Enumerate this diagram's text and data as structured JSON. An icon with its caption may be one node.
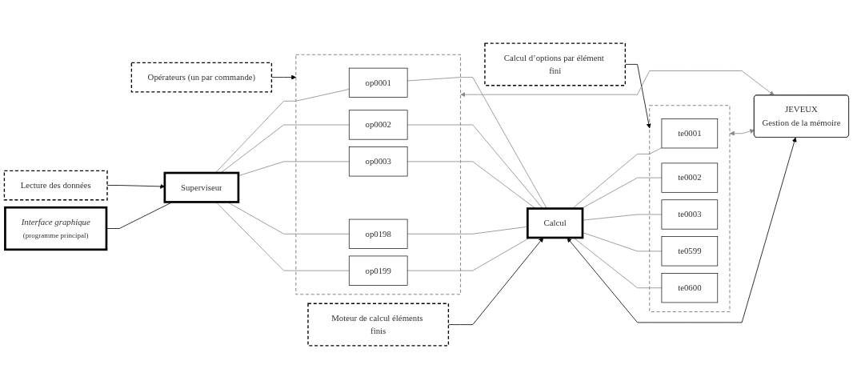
{
  "diagram": {
    "nodes": [
      {
        "text": [
          "Lecture des données"
        ]
      },
      {
        "text": [
          "Opérateurs (un par commande)"
        ]
      },
      {
        "text": [
          "Moteur de calcul éléments finis"
        ]
      },
      {
        "text": [
          "Calcul d’options par élément fini"
        ]
      },
      {
        "text": [
          "Interface graphique",
          "(programme principal)"
        ]
      },
      {
        "text": [
          "Superviseur"
        ]
      },
      {
        "text": [],
        "shape": "box"
      },
      {
        "text": [
          "op0001"
        ],
        "in": 6
      },
      {
        "text": [
          "op0002"
        ],
        "in": 6
      },
      {
        "text": [
          "op0003"
        ],
        "in": 6
      },
      {
        "text": [
          "op0198"
        ],
        "in": 6
      },
      {
        "text": [
          "op0199"
        ],
        "in": 6
      },
      {
        "text": [
          "Calcul"
        ]
      },
      {
        "text": [],
        "shape": "box"
      },
      {
        "text": [
          "te0001"
        ],
        "in": 13
      },
      {
        "text": [
          "te0002"
        ],
        "in": 13
      },
      {
        "text": [
          "te0003"
        ],
        "in": 13
      },
      {
        "text": [
          "te0599"
        ],
        "in": 13
      },
      {
        "text": [
          "te0600"
        ],
        "in": 13
      },
      {
        "text": [
          "JEVEUX",
          "Gestion de la mémoire"
        ]
      }
    ],
    "edges": [
      {
        "from": 0,
        "to": 5,
        "arrow": "to",
        "color": "#000000"
      },
      {
        "from": 1,
        "to": 6,
        "arrow": "to",
        "color": "#000000"
      },
      {
        "from": 2,
        "to": 12,
        "arrow": "to",
        "color": "#000000"
      },
      {
        "from": 3,
        "to": 13,
        "arrow": "to",
        "color": "#000000"
      },
      {
        "from": 4,
        "to": 5,
        "arrow": "none",
        "color": "#000000"
      },
      {
        "from": 5,
        "to": 7,
        "arrow": "none"
      },
      {
        "from": 5,
        "to": 8,
        "arrow": "none"
      },
      {
        "from": 5,
        "to": 9,
        "arrow": "none"
      },
      {
        "from": 5,
        "to": 10,
        "arrow": "none"
      },
      {
        "from": 5,
        "to": 11,
        "arrow": "none"
      },
      {
        "from": 7,
        "to": 12,
        "arrow": "none"
      },
      {
        "from": 8,
        "to": 12,
        "arrow": "none"
      },
      {
        "from": 9,
        "to": 12,
        "arrow": "none"
      },
      {
        "from": 10,
        "to": 12,
        "arrow": "none"
      },
      {
        "from": 11,
        "to": 12,
        "arrow": "none"
      },
      {
        "from": 12,
        "to": 14,
        "arrow": "none"
      },
      {
        "from": 12,
        "to": 15,
        "arrow": "none"
      },
      {
        "from": 12,
        "to": 16,
        "arrow": "none"
      },
      {
        "from": 12,
        "to": 17,
        "arrow": "none"
      },
      {
        "from": 12,
        "to": 18,
        "arrow": "none"
      },
      {
        "from": 12,
        "to": 19,
        "arrow": "both",
        "color": "#000000"
      },
      {
        "from": 6,
        "to": 19,
        "arrow": "both"
      },
      {
        "from": 13,
        "to": 19,
        "arrow": "both"
      }
    ]
  }
}
